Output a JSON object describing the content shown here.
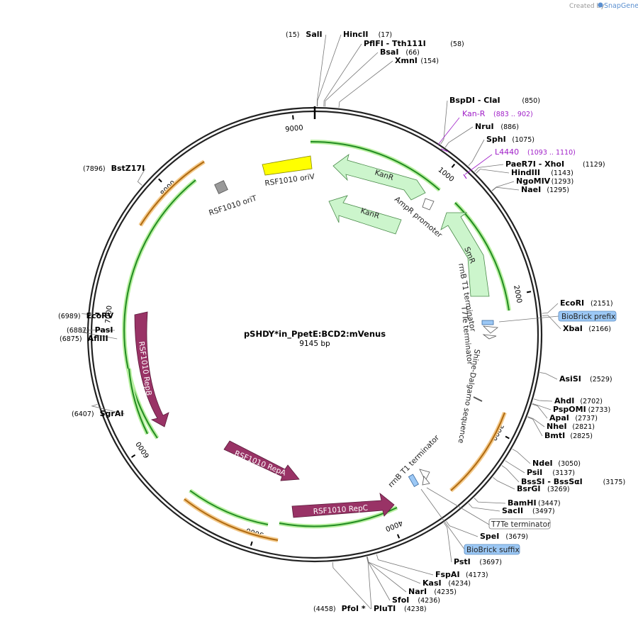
{
  "credit": {
    "prefix": "Created by",
    "brand": "SnapGene"
  },
  "plasmid": {
    "name": "pSHDY*in_PpetE:BCD2:mVenus",
    "size_label": "9145 bp",
    "length": 9145
  },
  "ticks": [
    {
      "bp": 1000,
      "label": "1000"
    },
    {
      "bp": 2000,
      "label": "2000"
    },
    {
      "bp": 3000,
      "label": "3000"
    },
    {
      "bp": 4000,
      "label": "4000"
    },
    {
      "bp": 5000,
      "label": "5000"
    },
    {
      "bp": 6000,
      "label": "6000"
    },
    {
      "bp": 7000,
      "label": "7000"
    },
    {
      "bp": 8000,
      "label": "8000"
    },
    {
      "bp": 9000,
      "label": "9000"
    }
  ],
  "sites": [
    {
      "name": "SalI",
      "pos": "(15)",
      "bp": 15,
      "side": "left"
    },
    {
      "name": "HincII",
      "pos": "(17)",
      "bp": 17,
      "side": "right"
    },
    {
      "name": "PflFI   - Tth111I",
      "pos": "(58)",
      "bp": 58,
      "side": "right"
    },
    {
      "name": "BsaI",
      "pos": "(66)",
      "bp": 66,
      "side": "right"
    },
    {
      "name": "XmnI",
      "pos": "(154)",
      "bp": 154,
      "side": "right"
    },
    {
      "name": "BspDI   - ClaI",
      "pos": "(850)",
      "bp": 850,
      "side": "right"
    },
    {
      "name": "NruI",
      "pos": "(886)",
      "bp": 886,
      "side": "right"
    },
    {
      "name": "SphI",
      "pos": "(1075)",
      "bp": 1075,
      "side": "right"
    },
    {
      "name": "PaeR7I   - XhoI",
      "pos": "(1129)",
      "bp": 1129,
      "side": "right"
    },
    {
      "name": "HindIII",
      "pos": "(1143)",
      "bp": 1143,
      "side": "right"
    },
    {
      "name": "NgoMIV",
      "pos": "(1293)",
      "bp": 1293,
      "side": "right"
    },
    {
      "name": "NaeI",
      "pos": "(1295)",
      "bp": 1295,
      "side": "right"
    },
    {
      "name": "EcoRI",
      "pos": "(2151)",
      "bp": 2151,
      "side": "right"
    },
    {
      "name": "XbaI",
      "pos": "(2166)",
      "bp": 2166,
      "side": "right"
    },
    {
      "name": "AsiSI",
      "pos": "(2529)",
      "bp": 2529,
      "side": "right"
    },
    {
      "name": "AhdI",
      "pos": "(2702)",
      "bp": 2702,
      "side": "right"
    },
    {
      "name": "PspOMI",
      "pos": "(2733)",
      "bp": 2733,
      "side": "right"
    },
    {
      "name": "ApaI",
      "pos": "(2737)",
      "bp": 2737,
      "side": "right"
    },
    {
      "name": "NheI",
      "pos": "(2821)",
      "bp": 2821,
      "side": "right"
    },
    {
      "name": "BmtI",
      "pos": "(2825)",
      "bp": 2825,
      "side": "right"
    },
    {
      "name": "NdeI",
      "pos": "(3050)",
      "bp": 3050,
      "side": "right"
    },
    {
      "name": "PsiI",
      "pos": "(3137)",
      "bp": 3137,
      "side": "right"
    },
    {
      "name": "BssSI   - BssSαI",
      "pos": "(3175)",
      "bp": 3175,
      "side": "right"
    },
    {
      "name": "BsrGI",
      "pos": "(3269)",
      "bp": 3269,
      "side": "right"
    },
    {
      "name": "BamHI",
      "pos": "(3447)",
      "bp": 3447,
      "side": "right"
    },
    {
      "name": "SacII",
      "pos": "(3497)",
      "bp": 3497,
      "side": "right"
    },
    {
      "name": "SpeI",
      "pos": "(3679)",
      "bp": 3679,
      "side": "right"
    },
    {
      "name": "PstI",
      "pos": "(3697)",
      "bp": 3697,
      "side": "right"
    },
    {
      "name": "FspAI",
      "pos": "(4173)",
      "bp": 4173,
      "side": "right"
    },
    {
      "name": "KasI",
      "pos": "(4234)",
      "bp": 4234,
      "side": "right"
    },
    {
      "name": "NarI",
      "pos": "(4235)",
      "bp": 4235,
      "side": "right"
    },
    {
      "name": "SfoI",
      "pos": "(4236)",
      "bp": 4236,
      "side": "right"
    },
    {
      "name": "PluTI",
      "pos": "(4238)",
      "bp": 4238,
      "side": "right"
    },
    {
      "name": "PfoI *",
      "pos": "(4458)",
      "bp": 4458,
      "side": "left"
    },
    {
      "name": "SgrAI",
      "pos": "(6407)",
      "bp": 6407,
      "side": "left"
    },
    {
      "name": "AflIII",
      "pos": "(6875)",
      "bp": 6875,
      "side": "left"
    },
    {
      "name": "PasI",
      "pos": "(6887)",
      "bp": 6887,
      "side": "left"
    },
    {
      "name": "EcoRV",
      "pos": "(6989)",
      "bp": 6989,
      "side": "left"
    },
    {
      "name": "BstZ17I",
      "pos": "(7896)",
      "bp": 7896,
      "side": "left"
    }
  ],
  "primers": [
    {
      "name": "Kan-R",
      "pos": "(883 .. 902)",
      "bp": 892
    },
    {
      "name": "L4440",
      "pos": "(1093 .. 1110)",
      "bp": 1100
    }
  ],
  "boxed_labels": [
    {
      "name": "BioBrick prefix",
      "bp": 2160,
      "style": "blue"
    },
    {
      "name": "T7Te terminator",
      "bp": 3600,
      "style": "white"
    },
    {
      "name": "BioBrick suffix",
      "bp": 3690,
      "style": "blue"
    }
  ],
  "features": [
    {
      "name": "RSF1010 oriV",
      "type": "origin",
      "color": "#ffff00"
    },
    {
      "name": "RSF1010 oriT",
      "type": "origin",
      "color": "#999999"
    },
    {
      "name": "KanR",
      "type": "cds-outer",
      "color": "#ccf5cc"
    },
    {
      "name": "KanR",
      "type": "cds-inner",
      "color": "#ccf5cc"
    },
    {
      "name": "AmpR promoter",
      "type": "promoter",
      "color": "#ffffff"
    },
    {
      "name": "SmR",
      "type": "cds",
      "color": "#ccf5cc"
    },
    {
      "name": "rrnB T1 terminator",
      "type": "terminator",
      "color": "#ffffff"
    },
    {
      "name": "T7Te terminator",
      "type": "terminator",
      "color": "#ffffff"
    },
    {
      "name": "Shine-Dalgarno sequence",
      "type": "rbs",
      "color": "#555555"
    },
    {
      "name": "rrnB T1 terminator",
      "type": "terminator",
      "color": "#ffffff"
    },
    {
      "name": "RSF1010 RepB",
      "type": "cds",
      "color": "#993366"
    },
    {
      "name": "RSF1010 RepA",
      "type": "cds",
      "color": "#993366"
    },
    {
      "name": "RSF1010 RepC",
      "type": "cds",
      "color": "#993366"
    }
  ],
  "colors": {
    "backbone": "#222222",
    "green_arc": "#228b22",
    "orange_arc": "#d98c1a",
    "repb": "#993366",
    "cds_green": "#ccf5cc",
    "primer": "#a020c8",
    "biobrick_blue": "#9cc8f5"
  }
}
